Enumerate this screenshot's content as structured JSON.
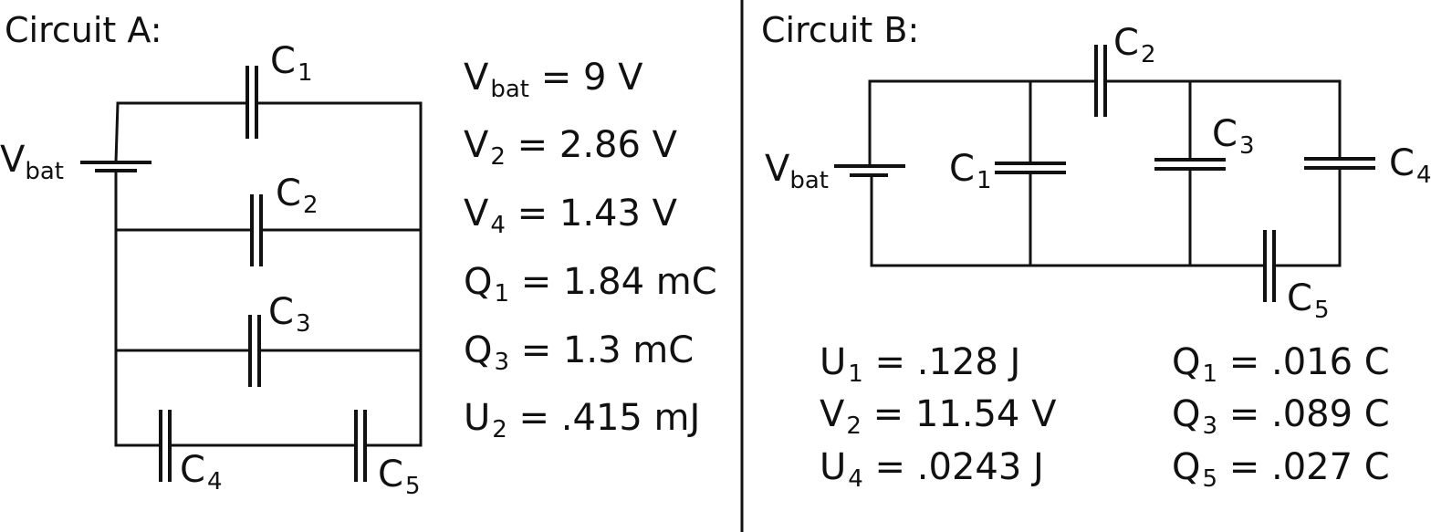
{
  "divider_color": "#111111",
  "circuit_a": {
    "title": "Circuit A:",
    "components": {
      "vbat": {
        "main": "V",
        "sub": "bat"
      },
      "c1": {
        "main": "C",
        "sub": "1"
      },
      "c2": {
        "main": "C",
        "sub": "2"
      },
      "c3": {
        "main": "C",
        "sub": "3"
      },
      "c4": {
        "main": "C",
        "sub": "4"
      },
      "c5": {
        "main": "C",
        "sub": "5"
      }
    },
    "values": [
      {
        "var": "V",
        "sub": "bat",
        "rest": " = 9 V"
      },
      {
        "var": "V",
        "sub": "2",
        "rest": " = 2.86 V"
      },
      {
        "var": "V",
        "sub": "4",
        "rest": " = 1.43 V"
      },
      {
        "var": "Q",
        "sub": "1",
        "rest": " = 1.84 mC"
      },
      {
        "var": "Q",
        "sub": "3",
        "rest": " = 1.3 mC"
      },
      {
        "var": "U",
        "sub": "2",
        "rest": " = .415 mJ"
      }
    ]
  },
  "circuit_b": {
    "title": "Circuit B:",
    "components": {
      "vbat": {
        "main": "V",
        "sub": "bat"
      },
      "c1": {
        "main": "C",
        "sub": "1"
      },
      "c2": {
        "main": "C",
        "sub": "2"
      },
      "c3": {
        "main": "C",
        "sub": "3"
      },
      "c4": {
        "main": "C",
        "sub": "4"
      },
      "c5": {
        "main": "C",
        "sub": "5"
      }
    },
    "values_left": [
      {
        "var": "U",
        "sub": "1",
        "rest": " = .128 J"
      },
      {
        "var": "V",
        "sub": "2",
        "rest": " = 11.54 V"
      },
      {
        "var": "U",
        "sub": "4",
        "rest": " = .0243 J"
      }
    ],
    "values_right": [
      {
        "var": "Q",
        "sub": "1",
        "rest": " = .016 C"
      },
      {
        "var": "Q",
        "sub": "3",
        "rest": " = .089 C"
      },
      {
        "var": "Q",
        "sub": "5",
        "rest": " = .027 C"
      }
    ]
  }
}
